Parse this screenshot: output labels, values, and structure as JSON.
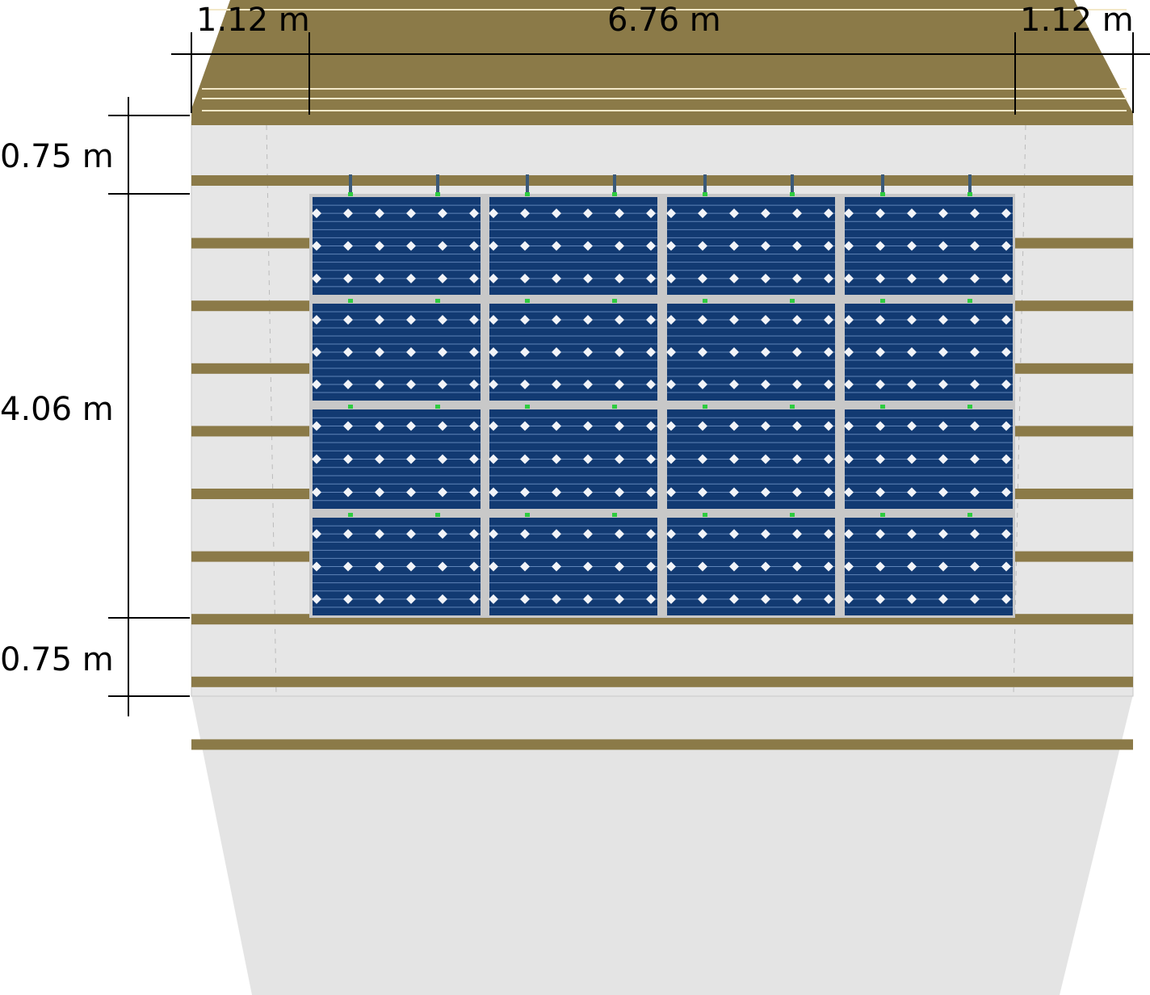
{
  "dimensions": {
    "left_margin": "1.12 m",
    "array_width": "6.76 m",
    "right_margin": "1.12 m",
    "top_margin": "0.75 m",
    "array_height": "4.06 m",
    "bottom_margin": "0.75 m"
  },
  "array": {
    "rows": 4,
    "columns": 4
  },
  "colors": {
    "batten": "#8b7a48",
    "roof": "#e6e6e6",
    "panel": "#123a72",
    "frame": "#c8c8c8",
    "clamp": "#2ecc40"
  }
}
